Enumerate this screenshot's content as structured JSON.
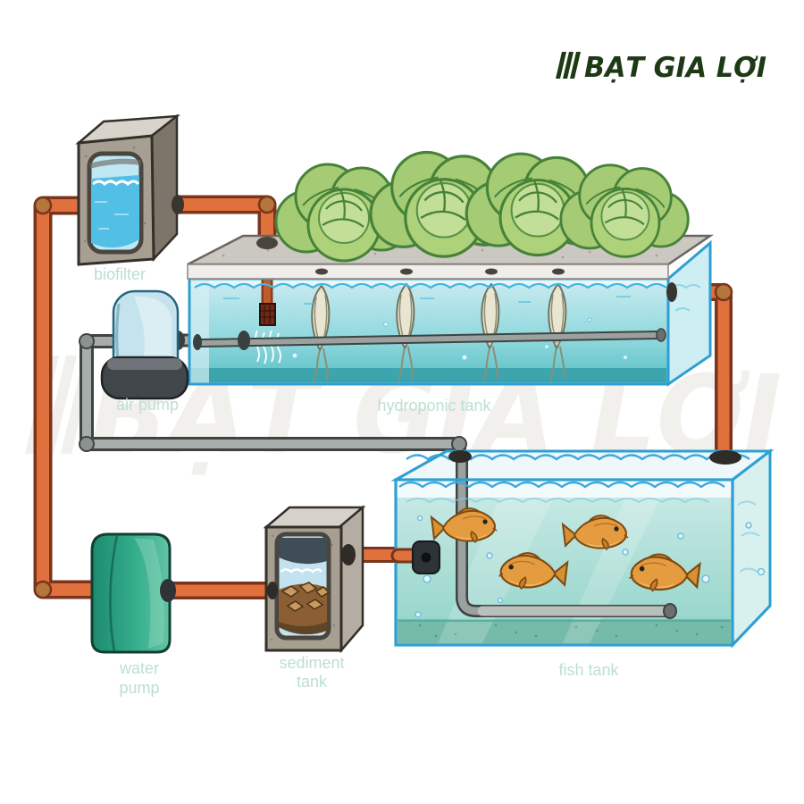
{
  "brand": {
    "logo_text": "BẠT GIA LỢI",
    "logo_color": "#1e3a15"
  },
  "watermark": {
    "text": "BẠT GIA LỢI",
    "color": "#f1f0ec"
  },
  "diagram": {
    "title_implied": "aquaponics system",
    "label_color": "#bcdfd2",
    "labels": {
      "biofilter": "biofilter",
      "air_pump": "air pump",
      "hydroponic_tank": "hydroponic tank",
      "water_pump_line1": "water",
      "water_pump_line2": "pump",
      "sediment_tank_line1": "sediment",
      "sediment_tank_line2": "tank",
      "fish_tank": "fish tank"
    },
    "counts": {
      "lettuce_plants": 4,
      "root_bundles": 4,
      "fish": 4
    },
    "colors": {
      "pipe_orange": "#e0703c",
      "pipe_orange_outline": "#7a341b",
      "pipe_gray": "#a7adaa",
      "pipe_gray_outline": "#3f4442",
      "tank_outline_blue": "#2f9fd2",
      "water_teal": "#8ed2c6",
      "lettuce_green": "#a5cc74",
      "fish_orange": "#e59b3f",
      "box_gray": "#a89f93",
      "pump_teal": "#35ad8c",
      "air_pump_blue": "#c5e3ee"
    }
  }
}
